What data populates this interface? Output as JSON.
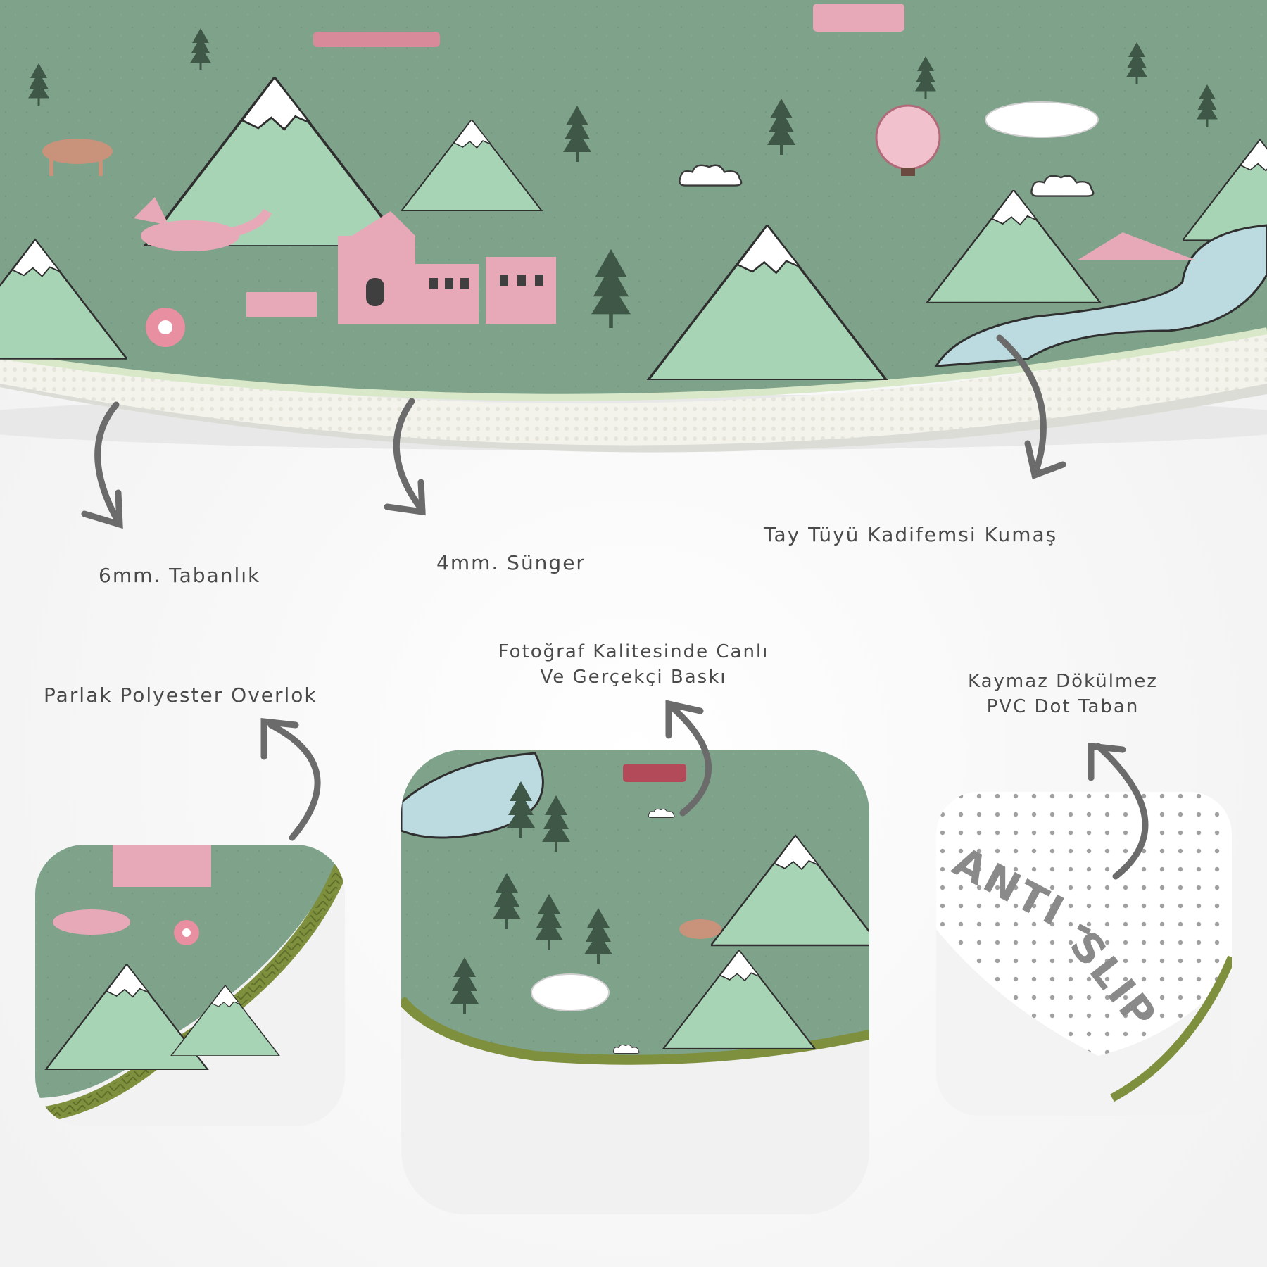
{
  "colors": {
    "rug_green": "#7fa28a",
    "rug_green_dark": "#6c8f78",
    "mint": "#c5e8cf",
    "pink": "#e7a9b8",
    "dark_tree": "#3f5747",
    "river": "#bcdbe0",
    "foam": "#f2f2ea",
    "overlock": "#7e8f3e",
    "text": "#4a4a4a",
    "arrow": "#6b6b6b"
  },
  "layers": {
    "base_label": "6mm. Tabanlık",
    "foam_label": "4mm. Sünger",
    "fabric_label": "Tay Tüyü Kadifemsi Kumaş"
  },
  "features": {
    "overlock_label": "Parlak Polyester Overlok",
    "print_label_line1": "Fotoğraf Kalitesinde Canlı",
    "print_label_line2": "Ve Gerçekçi Baskı",
    "backing_label_line1": "Kaymaz Dökülmez",
    "backing_label_line2": "PVC Dot Taban"
  },
  "backing_text": {
    "line1": "ANTI -",
    "line2": "SLIP"
  }
}
